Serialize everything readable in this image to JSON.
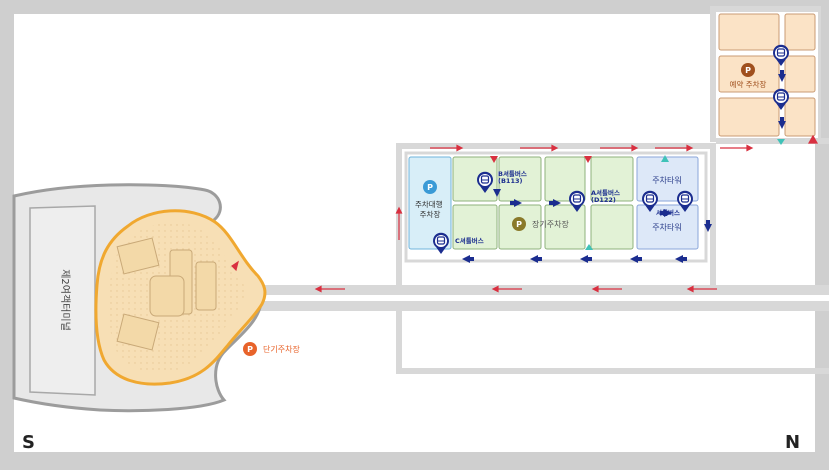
{
  "map": {
    "terminal": {
      "label": "제2여객터미널"
    },
    "compass": {
      "south": "S",
      "north": "N"
    },
    "parking": [
      {
        "id": "short-term",
        "label": "단기주차장",
        "badge": "P",
        "color": "#e8632a"
      },
      {
        "id": "long-term",
        "label": "장기주차장",
        "badge": "P",
        "color": "#8a7a2a"
      },
      {
        "id": "valet",
        "label": "주차대행\n주차장",
        "badge": "P",
        "color": "#3a9ad6"
      },
      {
        "id": "reserved",
        "label": "예약 주차장",
        "badge": "P",
        "color": "#a0501e"
      }
    ],
    "towers": [
      {
        "id": "tower-top",
        "label": "주차타워"
      },
      {
        "id": "tower-bottom",
        "label": "주차타워"
      }
    ],
    "shuttle_stops": [
      {
        "id": "shuttle-b",
        "label": "B셔틀버스",
        "sublabel": "(B113)"
      },
      {
        "id": "shuttle-a",
        "label": "A셔틀버스",
        "sublabel": "(D122)"
      },
      {
        "id": "shuttle-c",
        "label": "C셔틀버스",
        "sublabel": ""
      },
      {
        "id": "shuttle-tower",
        "label": "셔틀버스",
        "sublabel": ""
      }
    ],
    "colors": {
      "background": "#ffffff",
      "frame": "#cfcfcf",
      "road": "#d8d8d8",
      "terminal_fill": "#e8e8e8",
      "terminal_outline": "#9c9c9c",
      "apron_fill": "#f7dfb5",
      "apron_outline": "#f0a830",
      "lot_green": "#e2f2d6",
      "lot_green_border": "#8fb27c",
      "lot_blue": "#dde8f8",
      "lot_blue_border": "#8aa6da",
      "lot_cyan": "#d8eef8",
      "lot_peach": "#fbe3c6",
      "lot_peach_border": "#c99b74",
      "arrow_red": "#d93040",
      "arrow_blue": "#1b2d8f",
      "marker_teal": "#3fc2b8"
    }
  }
}
